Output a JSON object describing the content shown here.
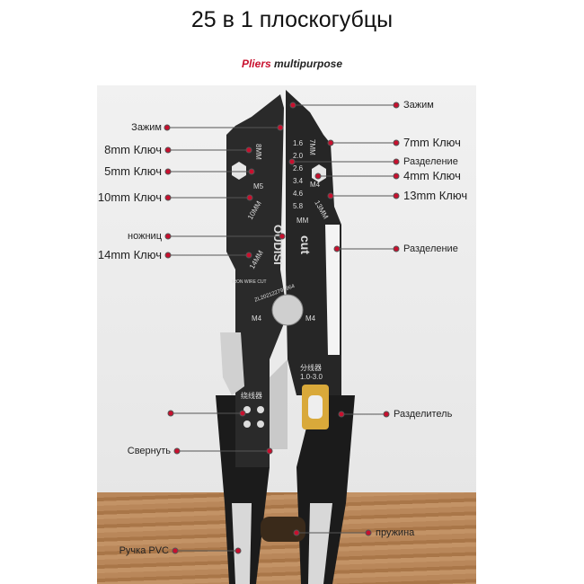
{
  "title": "25 в 1 плоскогубцы",
  "subtitle": {
    "brand": "Pliers",
    "rest": " multipurpose"
  },
  "accent": "#c8102e",
  "tool_marks": {
    "brand": "OUDISI",
    "cut": "cut",
    "sizes": [
      "1.6",
      "2.0",
      "2.6",
      "3.4",
      "4.6",
      "5.8",
      "MM"
    ],
    "m4": "M4",
    "m5": "M5",
    "splitter": "分线器",
    "splitter_range": "1.0-3.0",
    "winder": "绕线器",
    "serial": "ZL202122797964",
    "iron": "IRON WIRE CUT",
    "w8": "8MM",
    "w7": "7MM",
    "w10": "10MM",
    "w13": "13MM",
    "w14": "14MM"
  },
  "labels_left": [
    {
      "text": "Зажим"
    },
    {
      "text": "8mm Ключ"
    },
    {
      "text": "5mm Ключ"
    },
    {
      "text": "10mm Ключ"
    },
    {
      "text": "ножниц"
    },
    {
      "text": "14mm Ключ"
    },
    {
      "text": "Свернуть"
    },
    {
      "text": "Ручка PVC"
    }
  ],
  "labels_right": [
    {
      "text": "Зажим"
    },
    {
      "text": "7mm Ключ"
    },
    {
      "text": "Разделение"
    },
    {
      "text": "4mm Ключ"
    },
    {
      "text": "13mm Ключ"
    },
    {
      "text": "Разделение"
    },
    {
      "text": "Разделитель"
    },
    {
      "text": "пружина"
    }
  ]
}
